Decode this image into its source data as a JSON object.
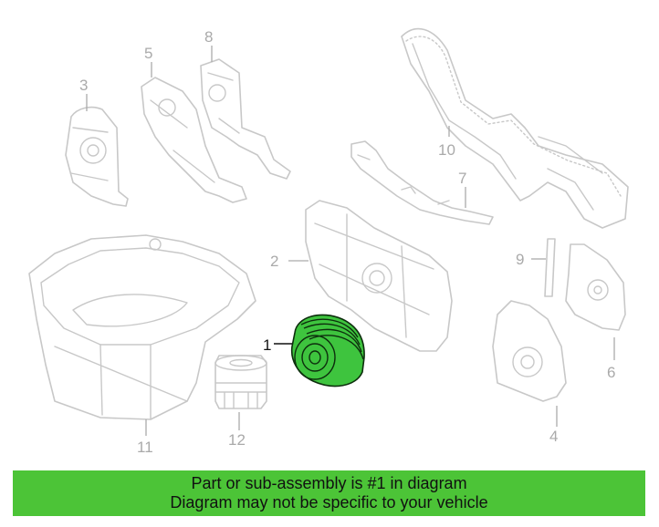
{
  "callouts": {
    "c1": "1",
    "c2": "2",
    "c3": "3",
    "c4": "4",
    "c5": "5",
    "c6": "6",
    "c7": "7",
    "c8": "8",
    "c9": "9",
    "c10": "10",
    "c11": "11",
    "c12": "12"
  },
  "highlight_color": "#4cc437",
  "banner": {
    "line1": "Part or sub-assembly is #1 in diagram",
    "line2": "Diagram may not be specific to your vehicle"
  }
}
